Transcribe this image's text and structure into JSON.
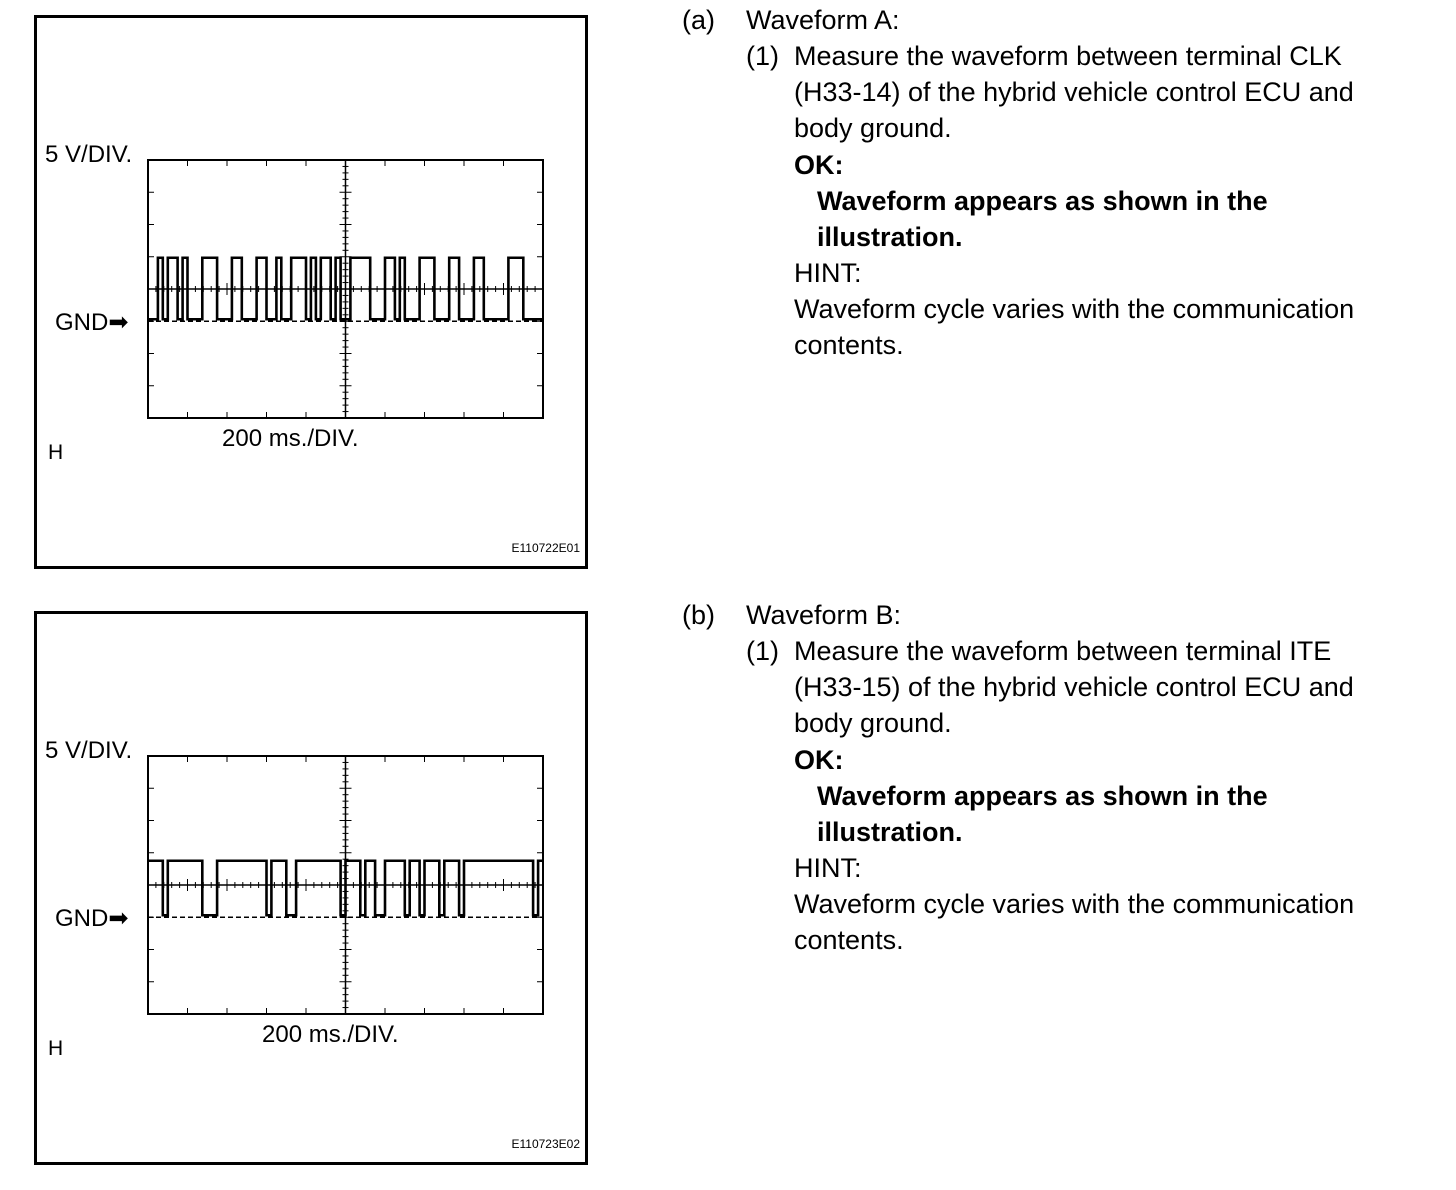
{
  "figures": [
    {
      "id": "a",
      "voltage_div": "5 V/DIV.",
      "gnd_label": "GND",
      "time_div": "200 ms./DIV.",
      "channel_label": "H",
      "figure_code": "E110722E01",
      "waveform_levels": [
        0,
        0,
        1,
        0,
        1,
        1,
        0,
        1,
        0,
        0,
        0,
        1,
        1,
        1,
        0,
        0,
        0,
        1,
        1,
        0,
        0,
        0,
        1,
        1,
        0,
        0,
        1,
        0,
        0,
        1,
        1,
        1,
        0,
        1,
        0,
        1,
        1,
        0,
        1,
        0,
        0,
        1,
        1,
        1,
        1,
        0,
        0,
        0,
        1,
        1,
        0,
        1,
        0,
        0,
        0,
        1,
        1,
        1,
        0,
        0,
        0,
        1,
        1,
        0,
        0,
        0,
        1,
        1,
        0,
        0,
        0,
        0,
        0,
        1,
        1,
        1,
        0,
        0,
        0,
        0
      ]
    },
    {
      "id": "b",
      "voltage_div": "5 V/DIV.",
      "gnd_label": "GND",
      "time_div": "200 ms./DIV.",
      "channel_label": "H",
      "figure_code": "E110723E02",
      "waveform_levels": [
        1,
        1,
        1,
        0,
        1,
        1,
        1,
        1,
        1,
        1,
        1,
        0,
        0,
        0,
        1,
        1,
        1,
        1,
        1,
        1,
        1,
        1,
        1,
        1,
        0,
        1,
        1,
        1,
        0,
        0,
        1,
        1,
        1,
        1,
        1,
        1,
        1,
        1,
        1,
        0,
        1,
        1,
        1,
        0,
        1,
        1,
        0,
        0,
        1,
        1,
        1,
        1,
        0,
        1,
        1,
        0,
        1,
        1,
        1,
        0,
        1,
        1,
        1,
        0,
        1,
        1,
        1,
        1,
        1,
        1,
        1,
        1,
        1,
        1,
        1,
        1,
        1,
        1,
        0,
        1
      ]
    }
  ],
  "sections": [
    {
      "id": "a",
      "marker": "(a)",
      "heading": "Waveform A:",
      "step_number": "(1)",
      "instruction_lines": [
        "Measure the waveform between terminal CLK",
        "(H33-14) of the hybrid vehicle control ECU and",
        "body ground."
      ],
      "ok_label": "OK:",
      "ok_lines": [
        "Waveform appears as shown in the",
        "illustration."
      ],
      "hint_label": "HINT:",
      "hint_lines": [
        "Waveform cycle varies with the communication",
        "contents."
      ]
    },
    {
      "id": "b",
      "marker": "(b)",
      "heading": "Waveform B:",
      "step_number": "(1)",
      "instruction_lines": [
        "Measure the waveform between terminal ITE",
        "(H33-15) of the hybrid vehicle control ECU and",
        "body ground."
      ],
      "ok_label": "OK:",
      "ok_lines": [
        "Waveform appears as shown in the",
        "illustration."
      ],
      "hint_label": "HINT:",
      "hint_lines": [
        "Waveform cycle varies with the communication",
        "contents."
      ]
    }
  ]
}
